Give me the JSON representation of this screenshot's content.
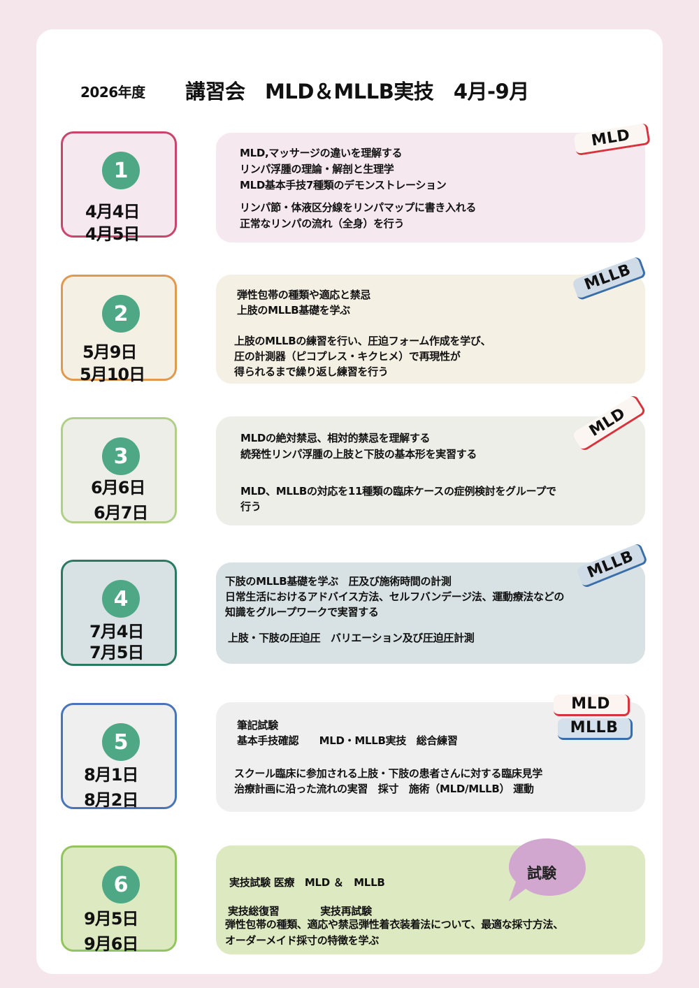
{
  "header": {
    "year": "2026年度",
    "title": "講習会　MLD＆MLLB実技　4月-9月"
  },
  "sessions": [
    {
      "number": "1",
      "dates": [
        "4月4日",
        "4月5日"
      ],
      "tags": [
        "MLD"
      ],
      "lines": [
        "MLD,マッサージの違いを理解する",
        "リンパ浮腫の理論・解剖と生理学",
        "MLD基本手技7種類のデモンストレーション",
        "リンパ節・体液区分線をリンパマップに書き入れる",
        "正常なリンパの流れ（全身）を行う"
      ]
    },
    {
      "number": "2",
      "dates": [
        "5月9日",
        "5月10日"
      ],
      "tags": [
        "MLLB"
      ],
      "lines": [
        "弾性包帯の種類や適応と禁忌",
        "上肢のMLLB基礎を学ぶ",
        "上肢のMLLBの練習を行い、圧迫フォーム作成を学び、",
        "圧の計測器（ピコプレス・キクヒメ）で再現性が",
        "得られるまで繰り返し練習を行う"
      ]
    },
    {
      "number": "3",
      "dates": [
        "6月6日",
        "6月7日"
      ],
      "tags": [
        "MLD"
      ],
      "lines": [
        "MLDの絶対禁忌、相対的禁忌を理解する",
        "続発性リンパ浮腫の上肢と下肢の基本形を実習する",
        "MLD、MLLBの対応を11種類の臨床ケースの症例検討をグループで",
        "行う"
      ]
    },
    {
      "number": "4",
      "dates": [
        "7月4日",
        "7月5日"
      ],
      "tags": [
        "MLLB"
      ],
      "lines": [
        "下肢のMLLB基礎を学ぶ　圧及び施術時間の計測",
        "日常生活におけるアドバイス方法、セルフバンデージ法、運動療法などの",
        "知識をグループワークで実習する",
        "上肢・下肢の圧迫圧　バリエーション及び圧迫圧計測"
      ]
    },
    {
      "number": "5",
      "dates": [
        "8月1日",
        "8月2日"
      ],
      "tags": [
        "MLD",
        "MLLB"
      ],
      "lines": [
        "筆記試験",
        "基本手技確認　　MLD・MLLB実技　総合練習",
        "スクール臨床に参加される上肢・下肢の患者さんに対する臨床見学",
        "治療計画に沿った流れの実習　採寸　施術（MLD/MLLB）  運動"
      ]
    },
    {
      "number": "6",
      "dates": [
        "9月5日",
        "9月6日"
      ],
      "tags": [],
      "badge": "試験",
      "lines": [
        "実技試験 医療　MLD ＆　MLLB",
        "実技総復習　　　　実技再試験",
        "弾性包帯の種類、適応や禁忌弾性着衣装着法について、最適な採寸方法、",
        "オーダーメイド採寸の特徴を学ぶ"
      ]
    }
  ],
  "colors": {
    "page_bg": "#f5e6ec",
    "circle": "#4ea885",
    "s1_border": "#c8456c",
    "s1_bg": "#f5e8ee",
    "s2_border": "#e09950",
    "s2_bg": "#f5f0e4",
    "s3_border": "#b0d08a",
    "s3_bg": "#edeee8",
    "s4_border": "#2a7a62",
    "s4_bg": "#d8e2e4",
    "s5_border": "#4a74b8",
    "s5_bg": "#efefef",
    "s6_border": "#93c45e",
    "s6_bg": "#dde9c0",
    "bubble": "#d1a7cf"
  }
}
